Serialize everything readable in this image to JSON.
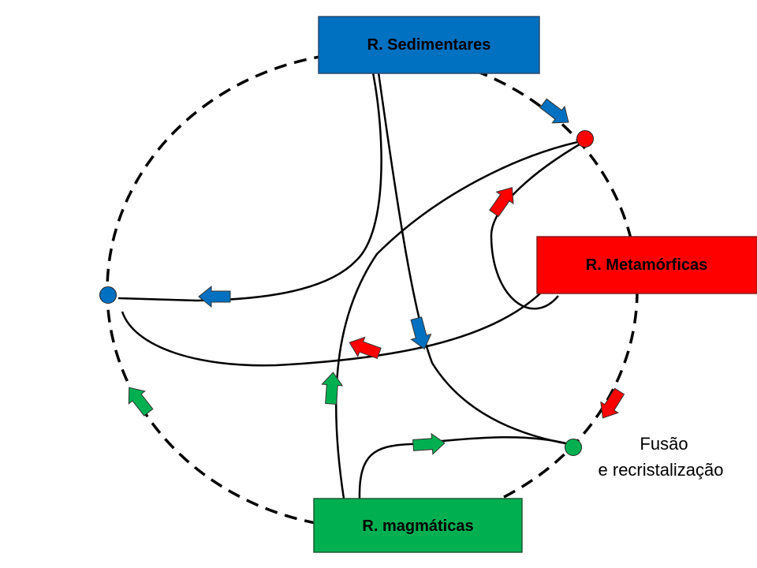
{
  "nodes": {
    "sedimentares": {
      "label": "R. Sedimentares",
      "color": "#0070C0"
    },
    "metamorficas": {
      "label": "R. Metamórficas",
      "color": "#FF0000"
    },
    "magmaticas": {
      "label": "R. magmáticas",
      "color": "#00B050"
    }
  },
  "annotation": {
    "line1": "Fusão",
    "line2": "e recristalização"
  },
  "colors": {
    "blue": "#0070C0",
    "red": "#FF0000",
    "green": "#00B050",
    "line": "#000000"
  }
}
